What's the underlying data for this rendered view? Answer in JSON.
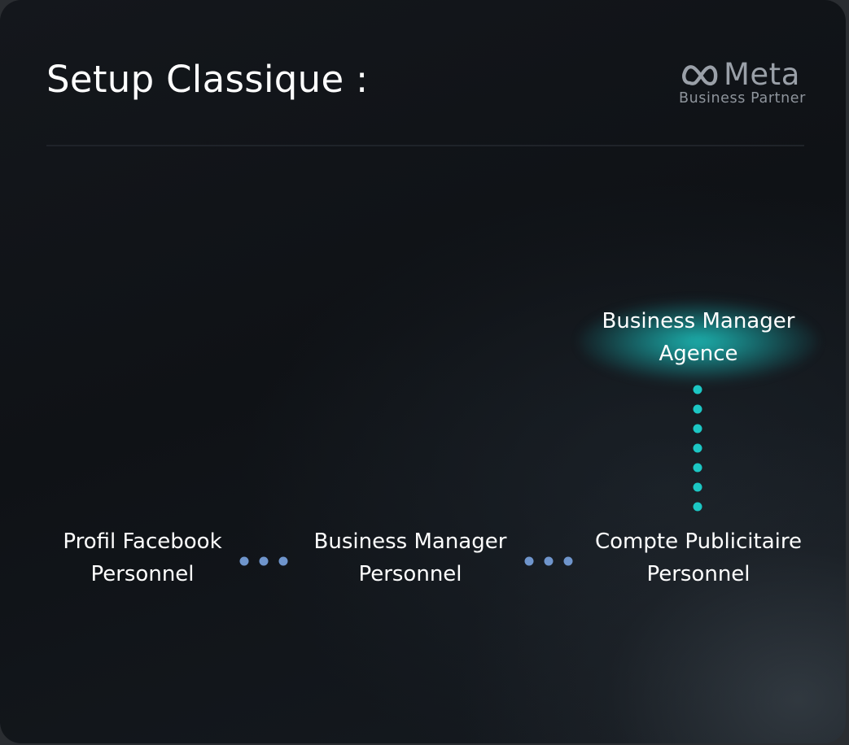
{
  "title": "Setup Classique :",
  "logo": {
    "brand": "Meta",
    "subtitle": "Business Partner",
    "icon": "meta-infinity-icon"
  },
  "nodes": {
    "agency_bm": [
      "Business Manager",
      "Agence"
    ],
    "personal_profile": [
      "Profil Facebook",
      "Personnel"
    ],
    "personal_bm": [
      "Business Manager",
      "Personnel"
    ],
    "ad_account": [
      "Compte Publicitaire",
      "Personnel"
    ]
  },
  "colors": {
    "background": "#12151a",
    "text": "#ffffff",
    "connector_blue": "#6f95cc",
    "connector_teal": "#1cc7c4",
    "glow": "#1ecdc8",
    "logo_gray": "#9aa0a8"
  },
  "connectors": [
    {
      "from": "personal_profile",
      "to": "personal_bm",
      "color": "connector_blue",
      "dots": 3
    },
    {
      "from": "personal_bm",
      "to": "ad_account",
      "color": "connector_blue",
      "dots": 3
    },
    {
      "from": "agency_bm",
      "to": "ad_account",
      "color": "connector_teal",
      "dots": 7
    }
  ]
}
